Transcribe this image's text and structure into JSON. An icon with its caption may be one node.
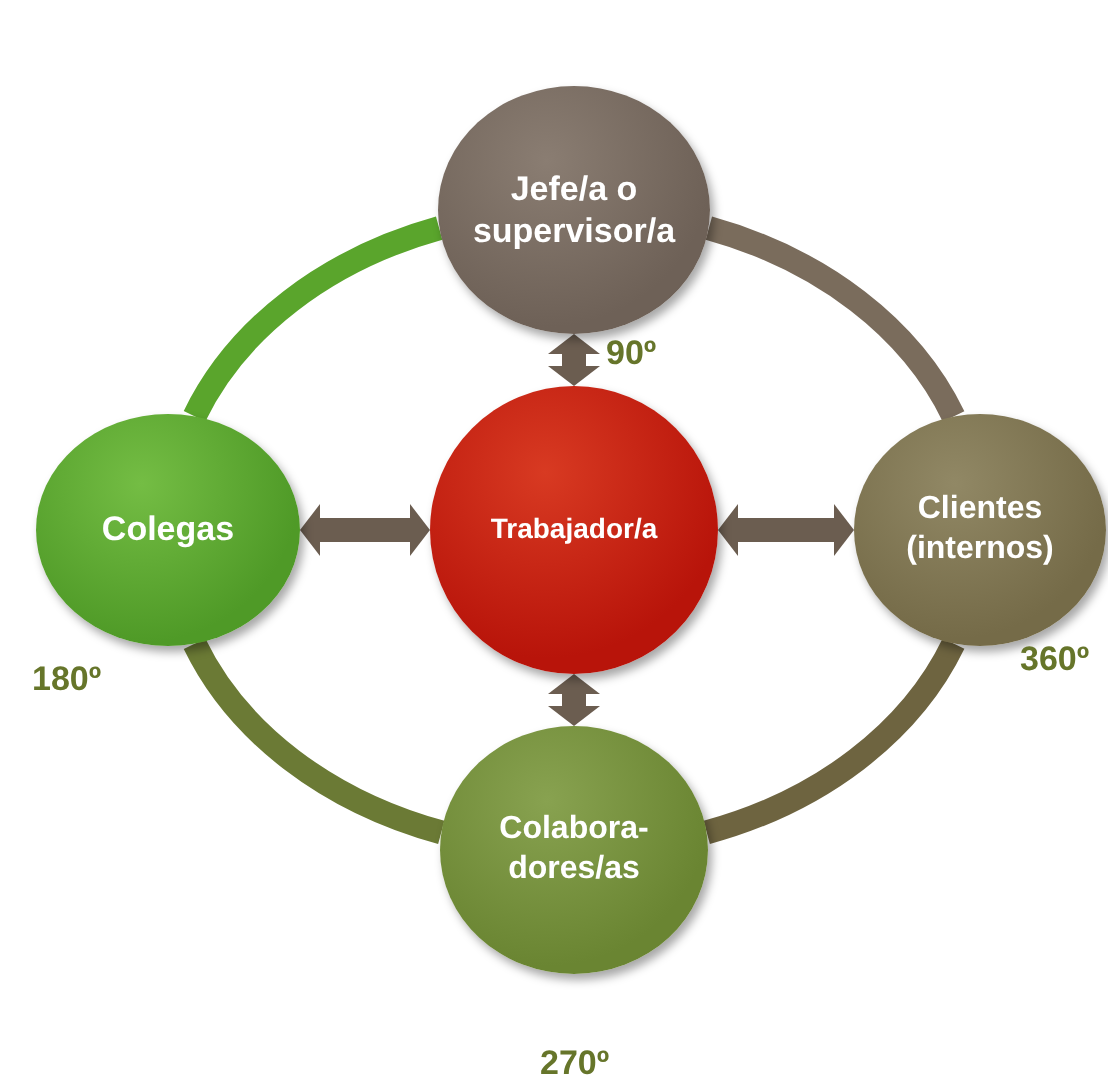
{
  "diagram": {
    "nodes": [
      {
        "text": [
          "Jefe/a o supervisor/a"
        ]
      },
      {
        "text": [
          "Colegas"
        ]
      },
      {
        "text": [
          "Trabajador/a"
        ]
      },
      {
        "text": [
          "Clientes (internos)"
        ]
      },
      {
        "text": [
          "Colabora- dores/as"
        ]
      }
    ],
    "edges": [
      {
        "from": 2,
        "to": 0,
        "arrow": "both",
        "color": "#6b5d50"
      },
      {
        "from": 2,
        "to": 1,
        "arrow": "both",
        "color": "#6b5d50"
      },
      {
        "from": 2,
        "to": 3,
        "arrow": "both",
        "color": "#6b5d50"
      },
      {
        "from": 2,
        "to": 4,
        "arrow": "both",
        "color": "#6b5d50"
      },
      {
        "from": 0,
        "to": 3,
        "arrow": "none",
        "color": "#7a6c5c"
      },
      {
        "from": 3,
        "to": 4,
        "arrow": "none",
        "color": "#6e6440"
      },
      {
        "from": 4,
        "to": 1,
        "arrow": "none",
        "color": "#6b7a35"
      },
      {
        "from": 1,
        "to": 0,
        "arrow": "none",
        "color": "#5aa52c"
      }
    ],
    "labels": [
      "90º",
      "180º",
      "360º",
      "270º"
    ]
  }
}
